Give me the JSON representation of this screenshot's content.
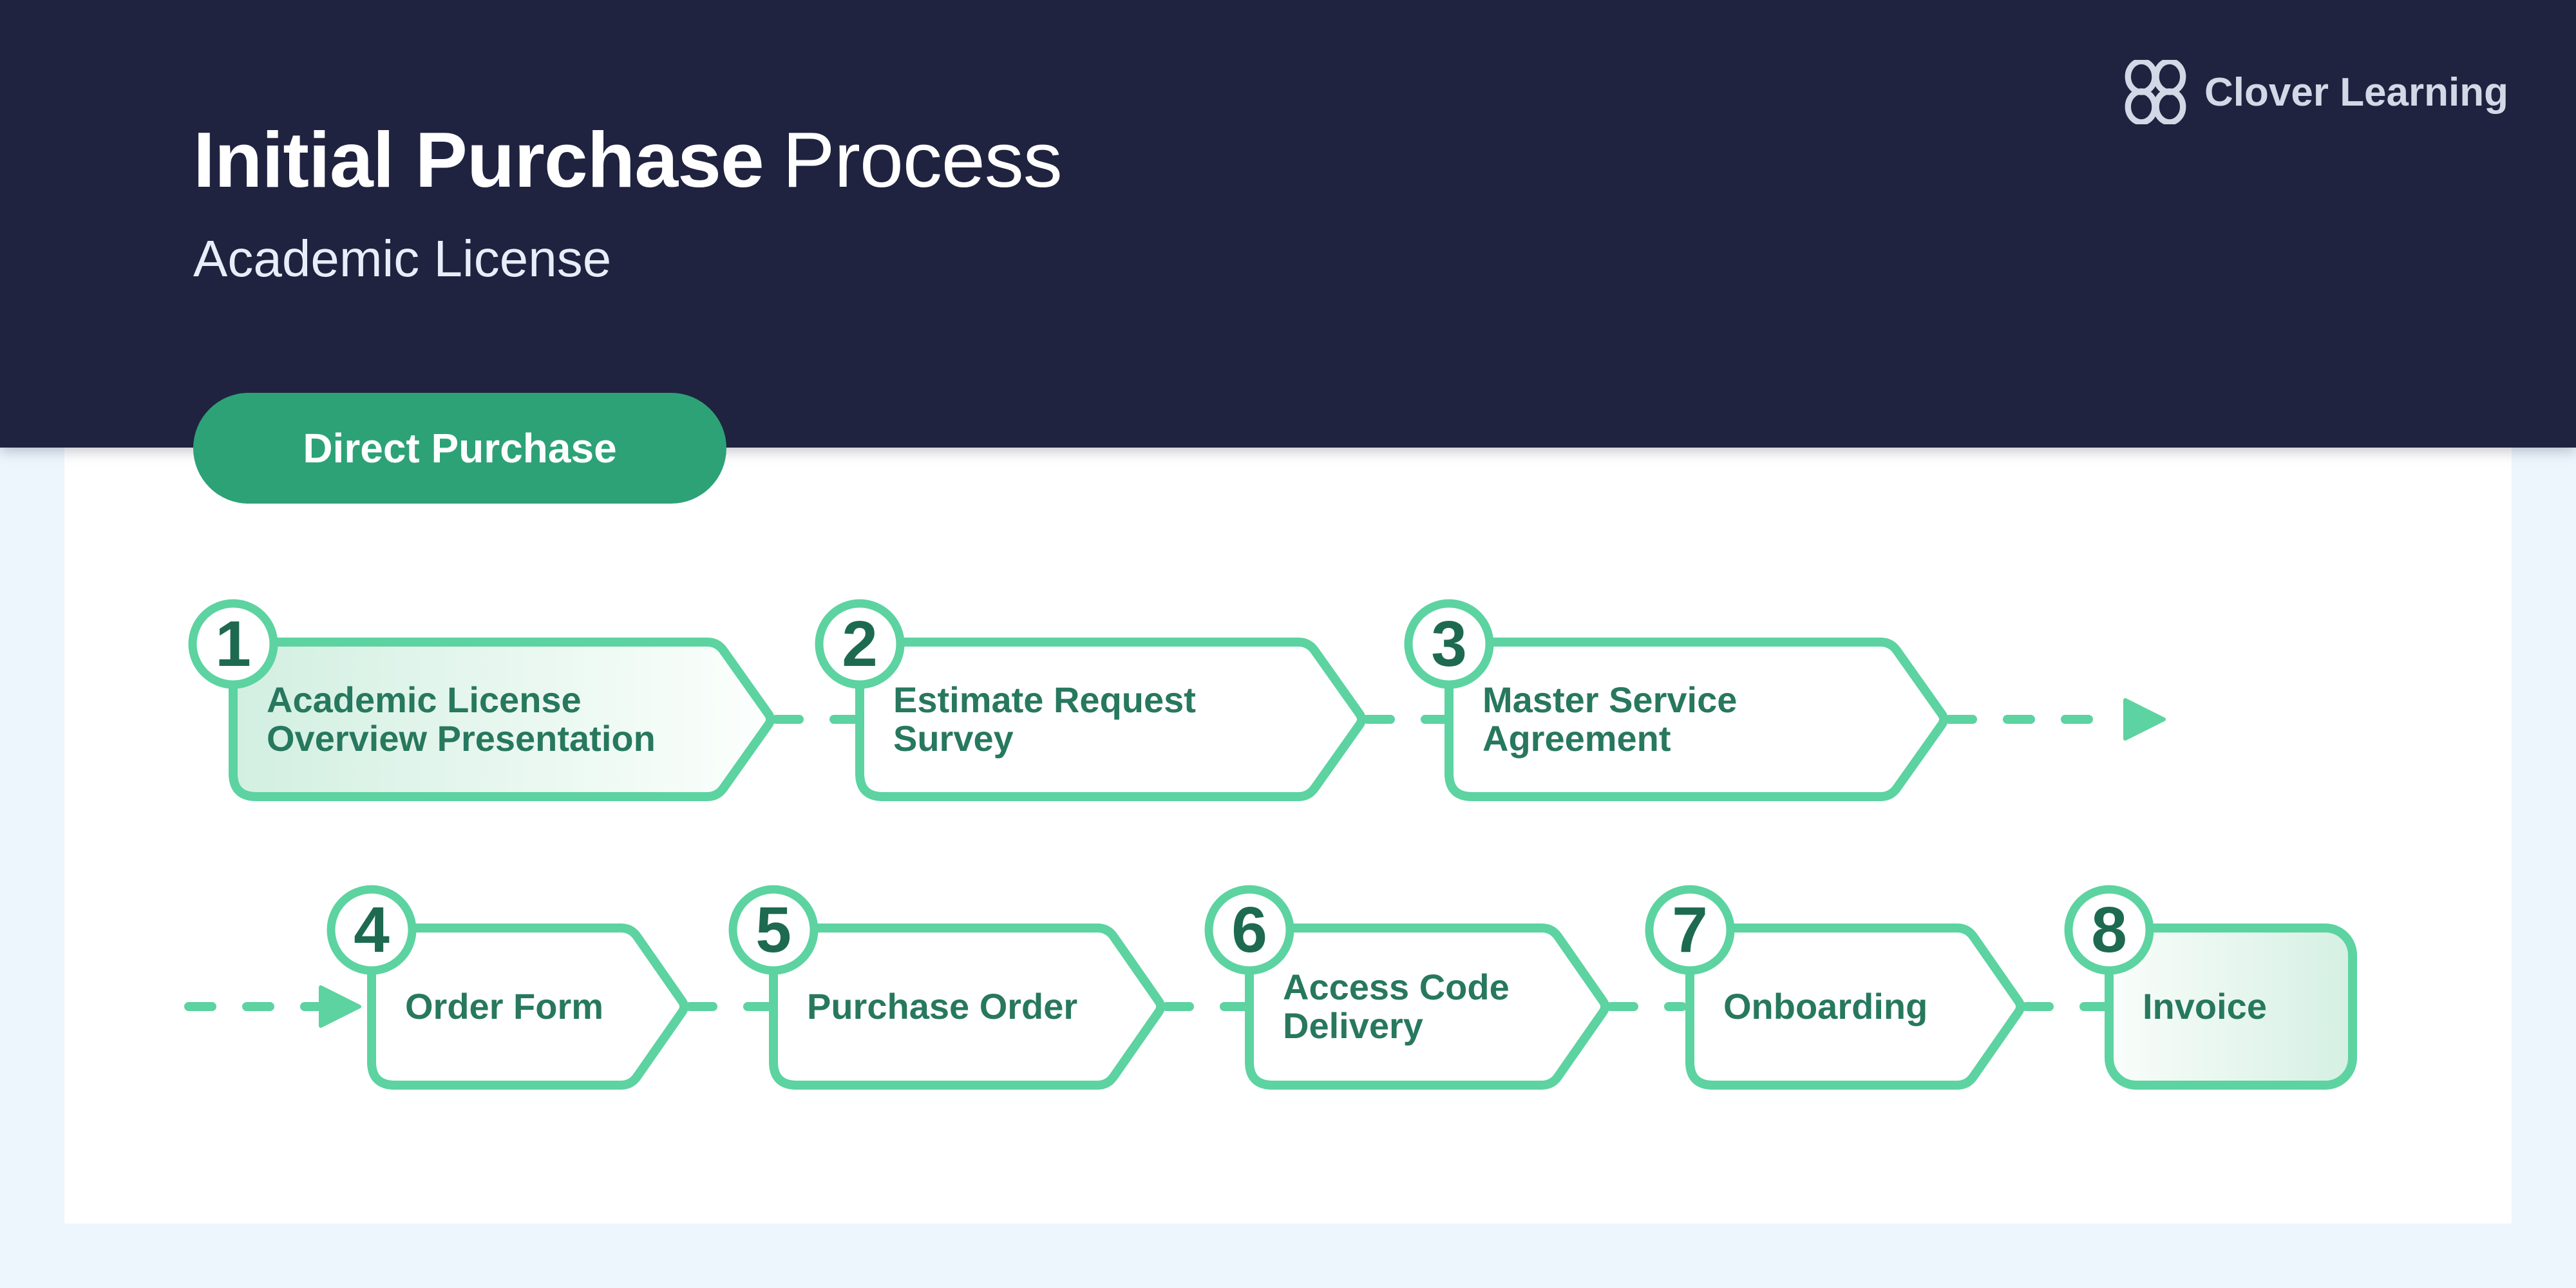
{
  "header": {
    "title_bold": "Initial Purchase",
    "title_regular": "Process",
    "subtitle": "Academic License",
    "brand": "Clover Learning"
  },
  "badge": {
    "label": "Direct Purchase"
  },
  "flow": {
    "steps": [
      {
        "number": "1",
        "lines": [
          "Academic License",
          "Overview Presentation"
        ]
      },
      {
        "number": "2",
        "lines": [
          "Estimate Request",
          "Survey"
        ]
      },
      {
        "number": "3",
        "lines": [
          "Master Service",
          "Agreement"
        ]
      },
      {
        "number": "4",
        "lines": [
          "Order Form"
        ]
      },
      {
        "number": "5",
        "lines": [
          "Purchase Order"
        ]
      },
      {
        "number": "6",
        "lines": [
          "Access Code",
          "Delivery"
        ]
      },
      {
        "number": "7",
        "lines": [
          "Onboarding"
        ]
      },
      {
        "number": "8",
        "lines": [
          "Invoice"
        ]
      }
    ]
  },
  "colors": {
    "header_navy": "#1F2340",
    "page_bg": "#EDF5FD",
    "card_bg": "#FFFFFF",
    "badge_green": "#2DA277",
    "outline_green": "#5CD3A0",
    "text_green": "#27785E",
    "number_green": "#1D6A50",
    "gradient_mint": "#D2EFE1",
    "brand_gray": "#D2D8E5"
  }
}
